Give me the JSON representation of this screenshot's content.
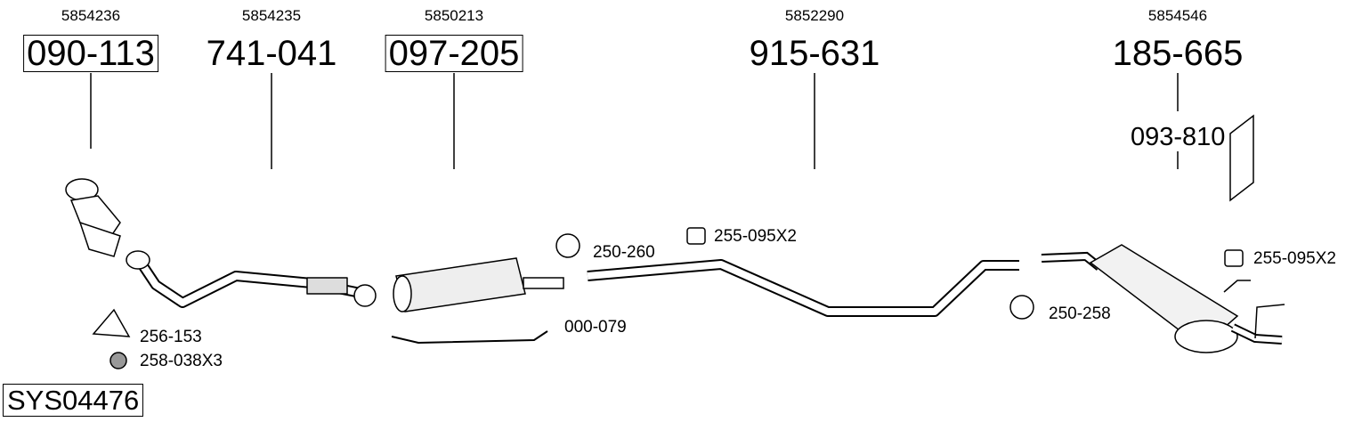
{
  "parts": [
    {
      "oem": "5854236",
      "number": "090-113",
      "boxed": true
    },
    {
      "oem": "5854235",
      "number": "741-041",
      "boxed": false
    },
    {
      "oem": "5850213",
      "number": "097-205",
      "boxed": true
    },
    {
      "oem": "5852290",
      "number": "915-631",
      "boxed": false
    },
    {
      "oem": "5854546",
      "number": "185-665",
      "boxed": false
    }
  ],
  "mounting_kit": "093-810",
  "accessories": {
    "gasket": "256-153",
    "nut": "258-038X3",
    "clamp_front": "250-260",
    "rubber_mount_mid": "255-095X2",
    "sensor_pipe": "000-079",
    "clamp_rear": "250-258",
    "rubber_mount_rear": "255-095X2"
  },
  "system_id": "SYS04476"
}
